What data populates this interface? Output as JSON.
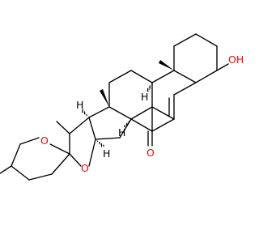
{
  "molecule": {
    "colors": {
      "bond": "#000000",
      "oxygen": "#ff0000",
      "background": "#ffffff"
    },
    "atoms": {
      "hydroxyl_oh": "OH",
      "carbonyl_o": "O",
      "ring_f_o": "O",
      "ring_e_o": "O"
    },
    "stereo_h": [
      "H",
      "H",
      "H",
      "H"
    ]
  }
}
